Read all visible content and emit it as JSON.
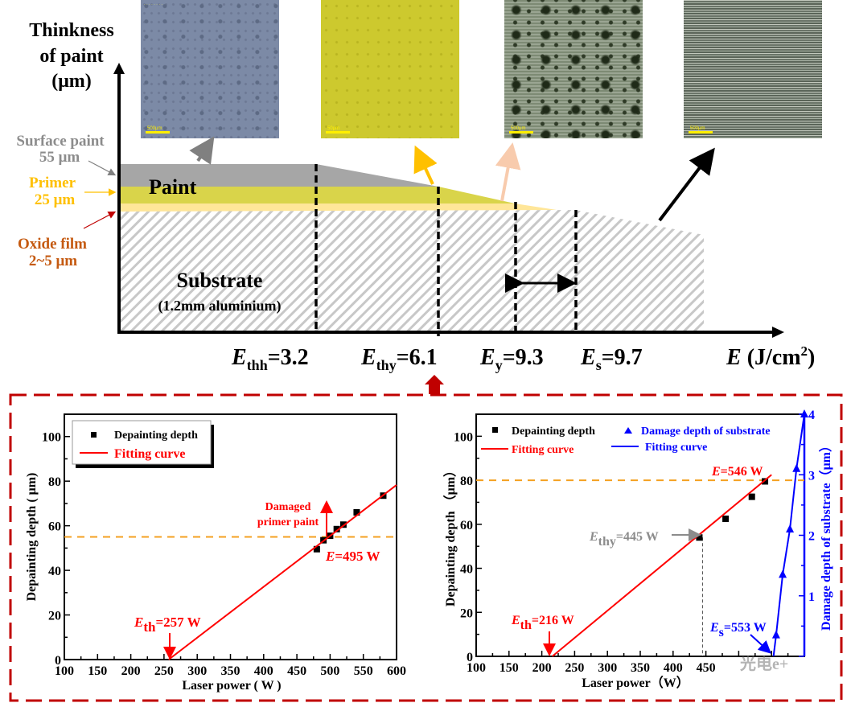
{
  "diagram": {
    "y_axis_label": [
      "Thinkness",
      "of paint",
      "(μm)"
    ],
    "layers": {
      "surface_paint": {
        "name": "Surface paint",
        "thickness": "55 μm",
        "color": "#a6a6a6"
      },
      "primer": {
        "name": "Primer",
        "thickness": "25 μm",
        "color": "#d9d44a"
      },
      "oxide_film": {
        "name": "Oxide film",
        "thickness": "2~5 μm",
        "color": "#ffe699"
      }
    },
    "paint_label": "Paint",
    "substrate_label": "Substrate",
    "substrate_detail": "(1.2mm aluminium)",
    "thresholds": [
      {
        "symbol": "E",
        "sub": "thh",
        "value": "=3.2"
      },
      {
        "symbol": "E",
        "sub": "thy",
        "value": "=6.1"
      },
      {
        "symbol": "E",
        "sub": "y",
        "value": "=9.3"
      },
      {
        "symbol": "E",
        "sub": "s",
        "value": "=9.7"
      }
    ],
    "x_axis_label": {
      "symbol": "E",
      "unit": " (J/cm",
      "sup": "2",
      "close": ")"
    },
    "micrographs": [
      {
        "scale": "500μm",
        "tone": "#7c8aa6"
      },
      {
        "scale": "50μm",
        "tone": "#c9c52a"
      },
      {
        "scale": "500μm",
        "tone": "#6d7a5c"
      },
      {
        "scale": "500μm",
        "tone": "#8a9488"
      }
    ],
    "watermark": "光电e+"
  },
  "chart_data": [
    {
      "type": "scatter",
      "title": "",
      "xlabel": "Laser power ( W )",
      "ylabel": "Depainting depth ( μm)",
      "xlim": [
        100,
        600
      ],
      "ylim": [
        0,
        110
      ],
      "xticks": [
        "100",
        "150",
        "200",
        "250",
        "300",
        "350",
        "400",
        "450",
        "500",
        "550",
        "600"
      ],
      "yticks": [
        "0",
        "20",
        "40",
        "60",
        "80",
        "100"
      ],
      "legend": {
        "placement": "top-left",
        "entries": [
          "Depainting depth",
          "Fitting curve"
        ]
      },
      "series": [
        {
          "name": "Depainting depth",
          "kind": "points",
          "x": [
            480,
            490,
            500,
            510,
            520,
            540,
            580
          ],
          "y": [
            49.5,
            53.5,
            55.5,
            58.5,
            60.5,
            66,
            73.5
          ]
        },
        {
          "name": "Fitting curve",
          "kind": "line",
          "x": [
            257,
            600
          ],
          "y": [
            0,
            78.3
          ]
        }
      ],
      "reference_line_y": 55,
      "annotations": {
        "damaged": [
          "Damaged",
          "primer paint"
        ],
        "e": {
          "symbol": "E",
          "value": "=495 W"
        },
        "eth": {
          "symbol": "E",
          "sub": "th",
          "value": "=257 W"
        }
      }
    },
    {
      "type": "scatter",
      "title": "",
      "xlabel": "Laser power（W）",
      "ylabel": "Depainting depth （μm）",
      "y2label": "Damage depth of substrate（μm）",
      "xlim": [
        100,
        600
      ],
      "ylim": [
        0,
        110
      ],
      "y2lim": [
        0,
        4
      ],
      "xticks": [
        "100",
        "150",
        "200",
        "250",
        "300",
        "350",
        "400",
        "450"
      ],
      "yticks": [
        "0",
        "20",
        "40",
        "60",
        "80",
        "100"
      ],
      "y2ticks": [
        "1",
        "2",
        "3",
        "4"
      ],
      "legend": {
        "placement": "top",
        "entries": [
          "Depainting depth",
          "Damage depth of substrate",
          "Fitting curve",
          "Fitting curve"
        ]
      },
      "series": [
        {
          "name": "Depainting depth",
          "kind": "points",
          "x": [
            440,
            480,
            520,
            540
          ],
          "y": [
            54,
            62.5,
            72.5,
            79.5
          ]
        },
        {
          "name": "Fitting curve",
          "kind": "line",
          "x": [
            216,
            550
          ],
          "y": [
            0,
            82.5
          ]
        },
        {
          "name": "Damage depth of substrate",
          "kind": "triangles",
          "axis": "y2",
          "x": [
            557,
            567,
            578,
            588,
            600
          ],
          "y": [
            0.35,
            1.35,
            2.1,
            3.1,
            4
          ]
        },
        {
          "name": "Fitting curve (substrate)",
          "kind": "line",
          "axis": "y2",
          "x": [
            553,
            557,
            567,
            578,
            588,
            600
          ],
          "y": [
            0,
            0.35,
            1.35,
            2.1,
            3.1,
            4
          ]
        }
      ],
      "reference_line_y": 80,
      "annotations": {
        "e": {
          "symbol": "E",
          "value": "=546 W"
        },
        "ethy": {
          "symbol": "E",
          "sub": "thy",
          "value": "=445 W"
        },
        "eth": {
          "symbol": "E",
          "sub": "th",
          "value": "=216 W"
        },
        "es": {
          "symbol": "E",
          "sub": "s",
          "value": "=553 W"
        }
      }
    }
  ],
  "colors": {
    "red": "#ff0000",
    "blue": "#0000ff",
    "orange": "#f4a020",
    "gray": "#8c8c8c",
    "frame": "#c00000"
  }
}
